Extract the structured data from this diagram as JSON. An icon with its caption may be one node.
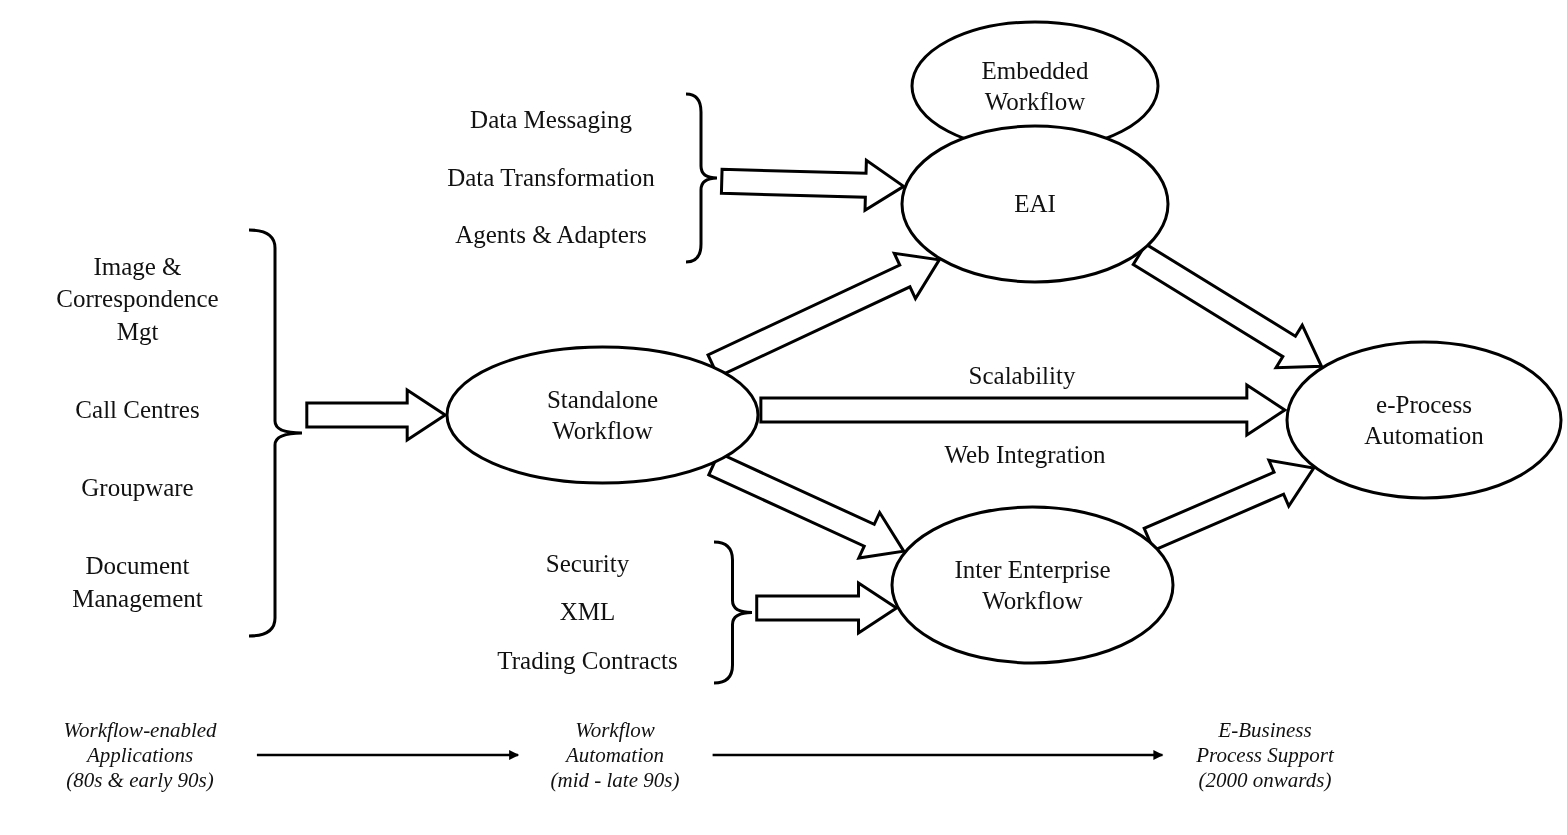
{
  "diagram": {
    "nodes": [
      {
        "text": [
          "Embedded Workflow"
        ]
      },
      {
        "text": [
          "Data Messaging",
          "Data Transformation",
          "Agents & Adapters"
        ]
      },
      {
        "text": [
          "EAI"
        ]
      },
      {
        "text": [
          "Image & Correspondence Mgt",
          "Call Centres",
          "Groupware",
          "Document Management"
        ]
      },
      {
        "text": [
          "Standalone Workflow"
        ]
      },
      {
        "text": [
          "e-Process Automation"
        ]
      },
      {
        "text": [
          "Security",
          "XML",
          "Trading Contracts"
        ]
      },
      {
        "text": [
          "Inter Enterprise Workflow"
        ]
      },
      {
        "text": [
          "Workflow-enabled Applications",
          "(80s & early 90s)"
        ]
      },
      {
        "text": [
          "Workflow Automation",
          "(mid - late 90s)"
        ]
      },
      {
        "text": [
          "E-Business Process Support",
          "(2000 onwards)"
        ]
      }
    ],
    "edges": [
      {
        "from": 1,
        "to": 2,
        "arrow": "to",
        "style": "thick"
      },
      {
        "from": 3,
        "to": 4,
        "arrow": "to",
        "style": "thick"
      },
      {
        "from": 4,
        "to": 2,
        "arrow": "to",
        "style": "thick"
      },
      {
        "from": 4,
        "to": 5,
        "arrow": "to",
        "style": "thick",
        "label": "Scalability"
      },
      {
        "from": 4,
        "to": 7,
        "arrow": "to",
        "style": "thick"
      },
      {
        "from": 6,
        "to": 7,
        "arrow": "to",
        "style": "thick"
      },
      {
        "from": 2,
        "to": 5,
        "arrow": "to",
        "style": "thick"
      },
      {
        "from": 7,
        "to": 5,
        "arrow": "to",
        "style": "thick"
      },
      {
        "from": 8,
        "to": 9,
        "arrow": "to"
      },
      {
        "from": 9,
        "to": 10,
        "arrow": "to"
      }
    ],
    "labels": [
      "Web Integration"
    ]
  }
}
